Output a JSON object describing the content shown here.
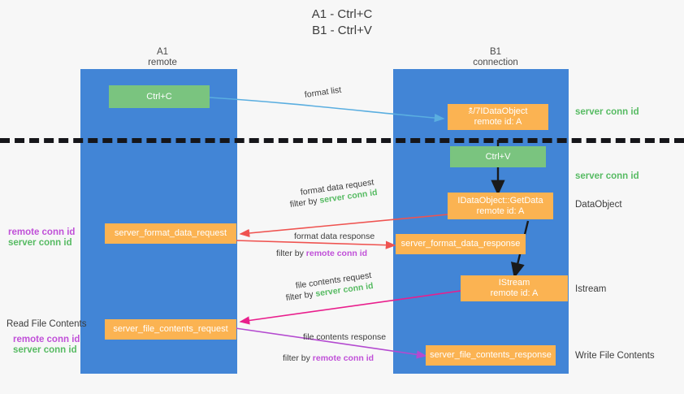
{
  "title": "A1 - Ctrl+C\nB1 - Ctrl+V",
  "columns": {
    "left": "A1\nremote",
    "right": "B1\nconnection"
  },
  "colors": {
    "lane": "#4285d6",
    "orange": "#fbb352",
    "green": "#7ac47f",
    "server_conn_id": "#57bb63",
    "remote_conn_id": "#c050d8",
    "divider": "#16161a",
    "blue_arrow": "#5aaee0",
    "red_arrow": "#ef5350",
    "magenta_arrow": "#e91e8c",
    "purple_arrow": "#b44ad0",
    "black_arrow": "#1a1a1a"
  },
  "nodes": {
    "ctrl_c": "Ctrl+C",
    "idataobject_top": "🕱/7IDataObject\nremote id: A",
    "ctrl_v": "Ctrl+V",
    "getdata": "IDataObject::GetData\nremote id: A",
    "istream": "IStream\nremote id: A",
    "server_format_data_request": "server_format_data_request",
    "server_format_data_response": "server_format_data_response",
    "server_file_contents_request": "server_file_contents_request",
    "server_file_contents_response": "server_file_contents_response"
  },
  "right_labels": {
    "server_conn_id_top": "server conn id",
    "server_conn_id_mid": "server conn id",
    "dataobject": "DataObject",
    "istream": "Istream",
    "write_file_contents": "Write File Contents"
  },
  "left_labels": {
    "remote_conn_id_1": "remote conn id",
    "server_conn_id_1": "server conn id",
    "read_file_contents": "Read File Contents",
    "remote_conn_id_2": "remote conn id",
    "server_conn_id_2": "server conn id"
  },
  "edges": {
    "format_list": "format list",
    "format_data_request": "format data request",
    "format_data_request_filter_prefix": "filter by ",
    "format_data_request_filter_value": "server conn id",
    "format_data_response": "format data response",
    "format_data_response_filter_prefix": "filter by ",
    "format_data_response_filter_value": "remote conn id",
    "file_contents_request": "file contents request",
    "file_contents_request_filter_prefix": "filter by ",
    "file_contents_request_filter_value": "server conn id",
    "file_contents_response": "file contents response",
    "file_contents_response_filter_prefix": "filter by ",
    "file_contents_response_filter_value": "remote conn id"
  }
}
